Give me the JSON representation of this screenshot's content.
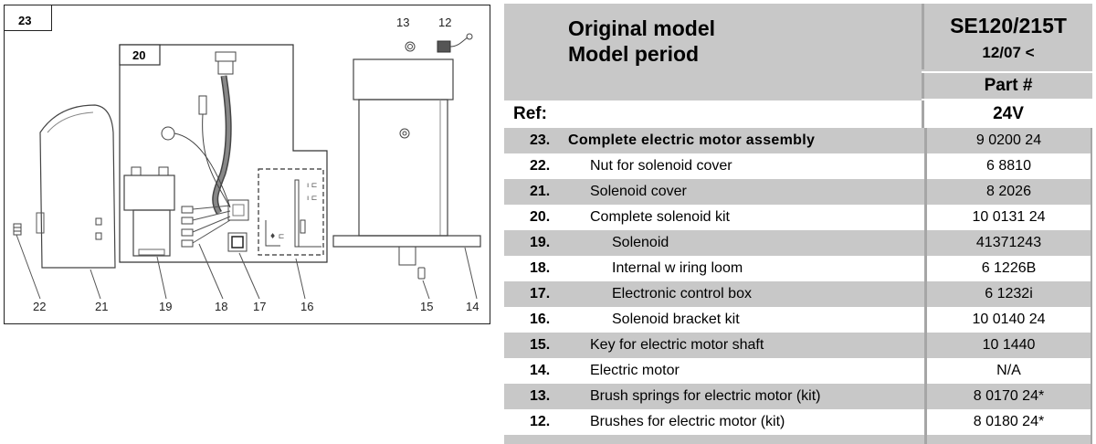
{
  "diagram": {
    "assembly_label": "23",
    "solenoid_box_label": "20",
    "callouts": [
      "22",
      "21",
      "19",
      "18",
      "17",
      "16",
      "15",
      "14",
      "13",
      "12"
    ]
  },
  "table": {
    "header": {
      "line1": "Original model",
      "line2": "Model period",
      "model": "SE120/215T",
      "period": "12/07 <"
    },
    "part_header": "Part #",
    "ref_label": "Ref:",
    "voltage": "24V",
    "rows": [
      {
        "ref": "23.",
        "desc": "Complete electric motor assembly",
        "part": "9 0200 24"
      },
      {
        "ref": "22.",
        "desc": "Nut for solenoid cover",
        "part": "6 8810"
      },
      {
        "ref": "21.",
        "desc": "Solenoid cover",
        "part": "8 2026"
      },
      {
        "ref": "20.",
        "desc": "Complete solenoid kit",
        "part": "10 0131 24"
      },
      {
        "ref": "19.",
        "desc": "Solenoid",
        "part": "41371243"
      },
      {
        "ref": "18.",
        "desc": "Internal w iring loom",
        "part": "6 1226B"
      },
      {
        "ref": "17.",
        "desc": "Electronic control box",
        "part": "6 1232i"
      },
      {
        "ref": "16.",
        "desc": "Solenoid bracket kit",
        "part": "10 0140 24"
      },
      {
        "ref": "15.",
        "desc": "Key for electric motor shaft",
        "part": "10 1440"
      },
      {
        "ref": "14.",
        "desc": "Electric motor",
        "part": "N/A"
      },
      {
        "ref": "13.",
        "desc": "Brush springs for electric motor (kit)",
        "part": "8 0170 24*"
      },
      {
        "ref": "12.",
        "desc": "Brushes for electric motor (kit)",
        "part": "8 0180 24*"
      }
    ]
  }
}
